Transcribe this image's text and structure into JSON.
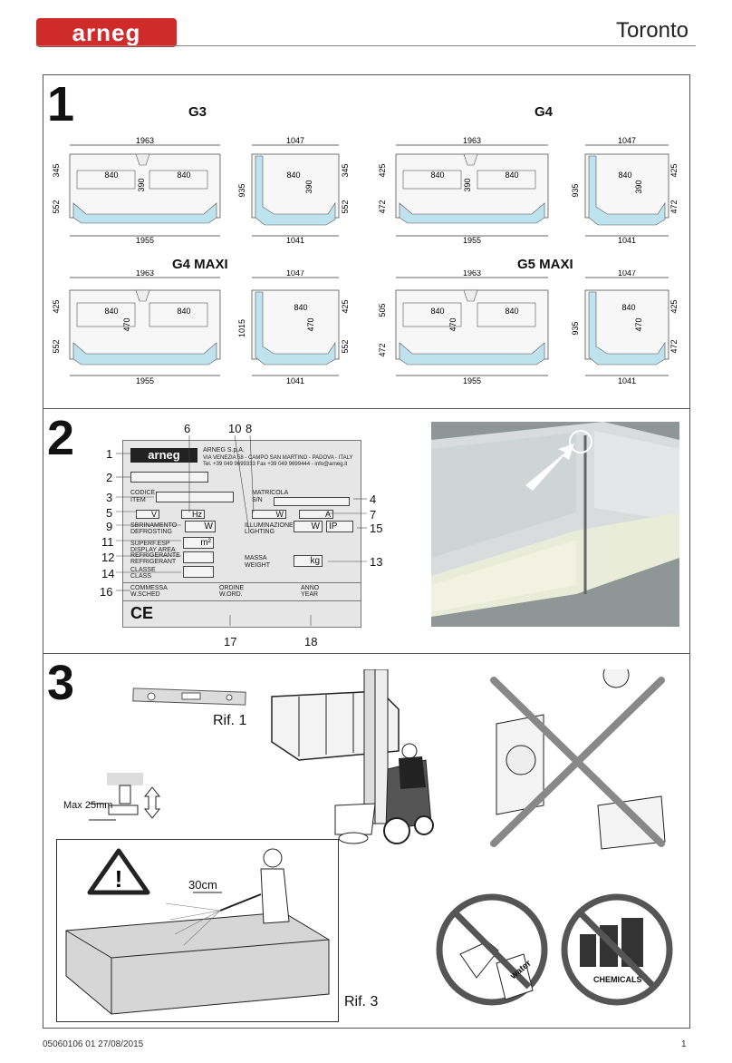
{
  "header": {
    "logo": "arneg",
    "model": "Toronto"
  },
  "section1": {
    "number": "1",
    "units": [
      {
        "name": "G3",
        "front": {
          "width_top": "1963",
          "width_bottom": "1955",
          "inner_left": "840",
          "inner_right": "840",
          "depth": "390",
          "h_upper": "345",
          "h_lower": "552"
        },
        "side": {
          "width_top": "1047",
          "width_bottom": "1041",
          "inner": "840",
          "depth": "390",
          "h_total": "935",
          "h_upper": "345",
          "h_lower": "552"
        }
      },
      {
        "name": "G4",
        "front": {
          "width_top": "1963",
          "width_bottom": "1955",
          "inner_left": "840",
          "inner_right": "840",
          "depth": "390",
          "h_upper": "425",
          "h_lower": "472"
        },
        "side": {
          "width_top": "1047",
          "width_bottom": "1041",
          "inner": "840",
          "depth": "390",
          "h_total": "935",
          "h_upper": "425",
          "h_lower": "472"
        }
      },
      {
        "name": "G4 MAXI",
        "front": {
          "width_top": "1963",
          "width_bottom": "1955",
          "inner_left": "840",
          "inner_right": "840",
          "depth": "470",
          "h_upper": "425",
          "h_lower": "552"
        },
        "side": {
          "width_top": "1047",
          "width_bottom": "1041",
          "inner": "840",
          "depth": "470",
          "h_total": "1015",
          "h_upper": "425",
          "h_lower": "552"
        }
      },
      {
        "name": "G5 MAXI",
        "front": {
          "width_top": "1963",
          "width_bottom": "1955",
          "inner_left": "840",
          "inner_right": "840",
          "depth": "470",
          "h_upper": "505",
          "h_lower": "472"
        },
        "side": {
          "width_top": "1047",
          "width_bottom": "1041",
          "inner": "840",
          "depth": "470",
          "h_total": "935",
          "h_upper": "425",
          "h_lower": "472"
        }
      }
    ]
  },
  "section2": {
    "number": "2",
    "plate": {
      "company": "ARNEG S.p.A.",
      "address": "VIA VENEZIA 58 - CAMPO SAN MARTINO - PADOVA - ITALY",
      "contact": "Tel. +39 049 9699333 Fax +39 049 9699444 - info@arneg.it",
      "codice": "CODICE",
      "item": "ITEM",
      "matricola": "MATRICOLA",
      "sn": "S/N",
      "unit_v": "V",
      "unit_hz": "Hz",
      "unit_w": "W",
      "unit_a": "A",
      "sbrinamento": "SBRINAMENTO",
      "defrosting": "DEFROSTING",
      "unit_w2": "W",
      "illuminazione": "ILLUMINAZIONE",
      "lighting": "LIGHTING",
      "unit_w3": "W",
      "unit_ip": "IP",
      "superf": "SUPERF.ESP",
      "display_area": "DISPLAY AREA",
      "unit_m2": "m²",
      "refrigerante": "REFRIGERANTE",
      "refrigerant": "REFRIGERANT",
      "massa": "MASSA",
      "weight": "WEIGHT",
      "unit_kg": "kg",
      "classe": "CLASSE",
      "class": "CLASS",
      "commessa": "COMMESSA",
      "wsched": "W.SCHED",
      "ordine": "ORDINE",
      "word": "W.ORD.",
      "anno": "ANNO",
      "year": "YEAR",
      "ce": "CE"
    },
    "callouts": [
      "1",
      "2",
      "3",
      "4",
      "5",
      "6",
      "7",
      "8",
      "9",
      "10",
      "11",
      "12",
      "13",
      "14",
      "15",
      "16",
      "17",
      "18"
    ]
  },
  "section3": {
    "number": "3",
    "rif1": "Rif. 1",
    "rif3": "Rif. 3",
    "max": "Max 25mm",
    "distance": "30cm",
    "water": "water",
    "chemicals": "CHEMICALS"
  },
  "footer": {
    "doc": "05060106  01  27/08/2015",
    "page": "1"
  },
  "colors": {
    "brand": "#d02b2b",
    "cabinet": "#bfe3ee"
  }
}
